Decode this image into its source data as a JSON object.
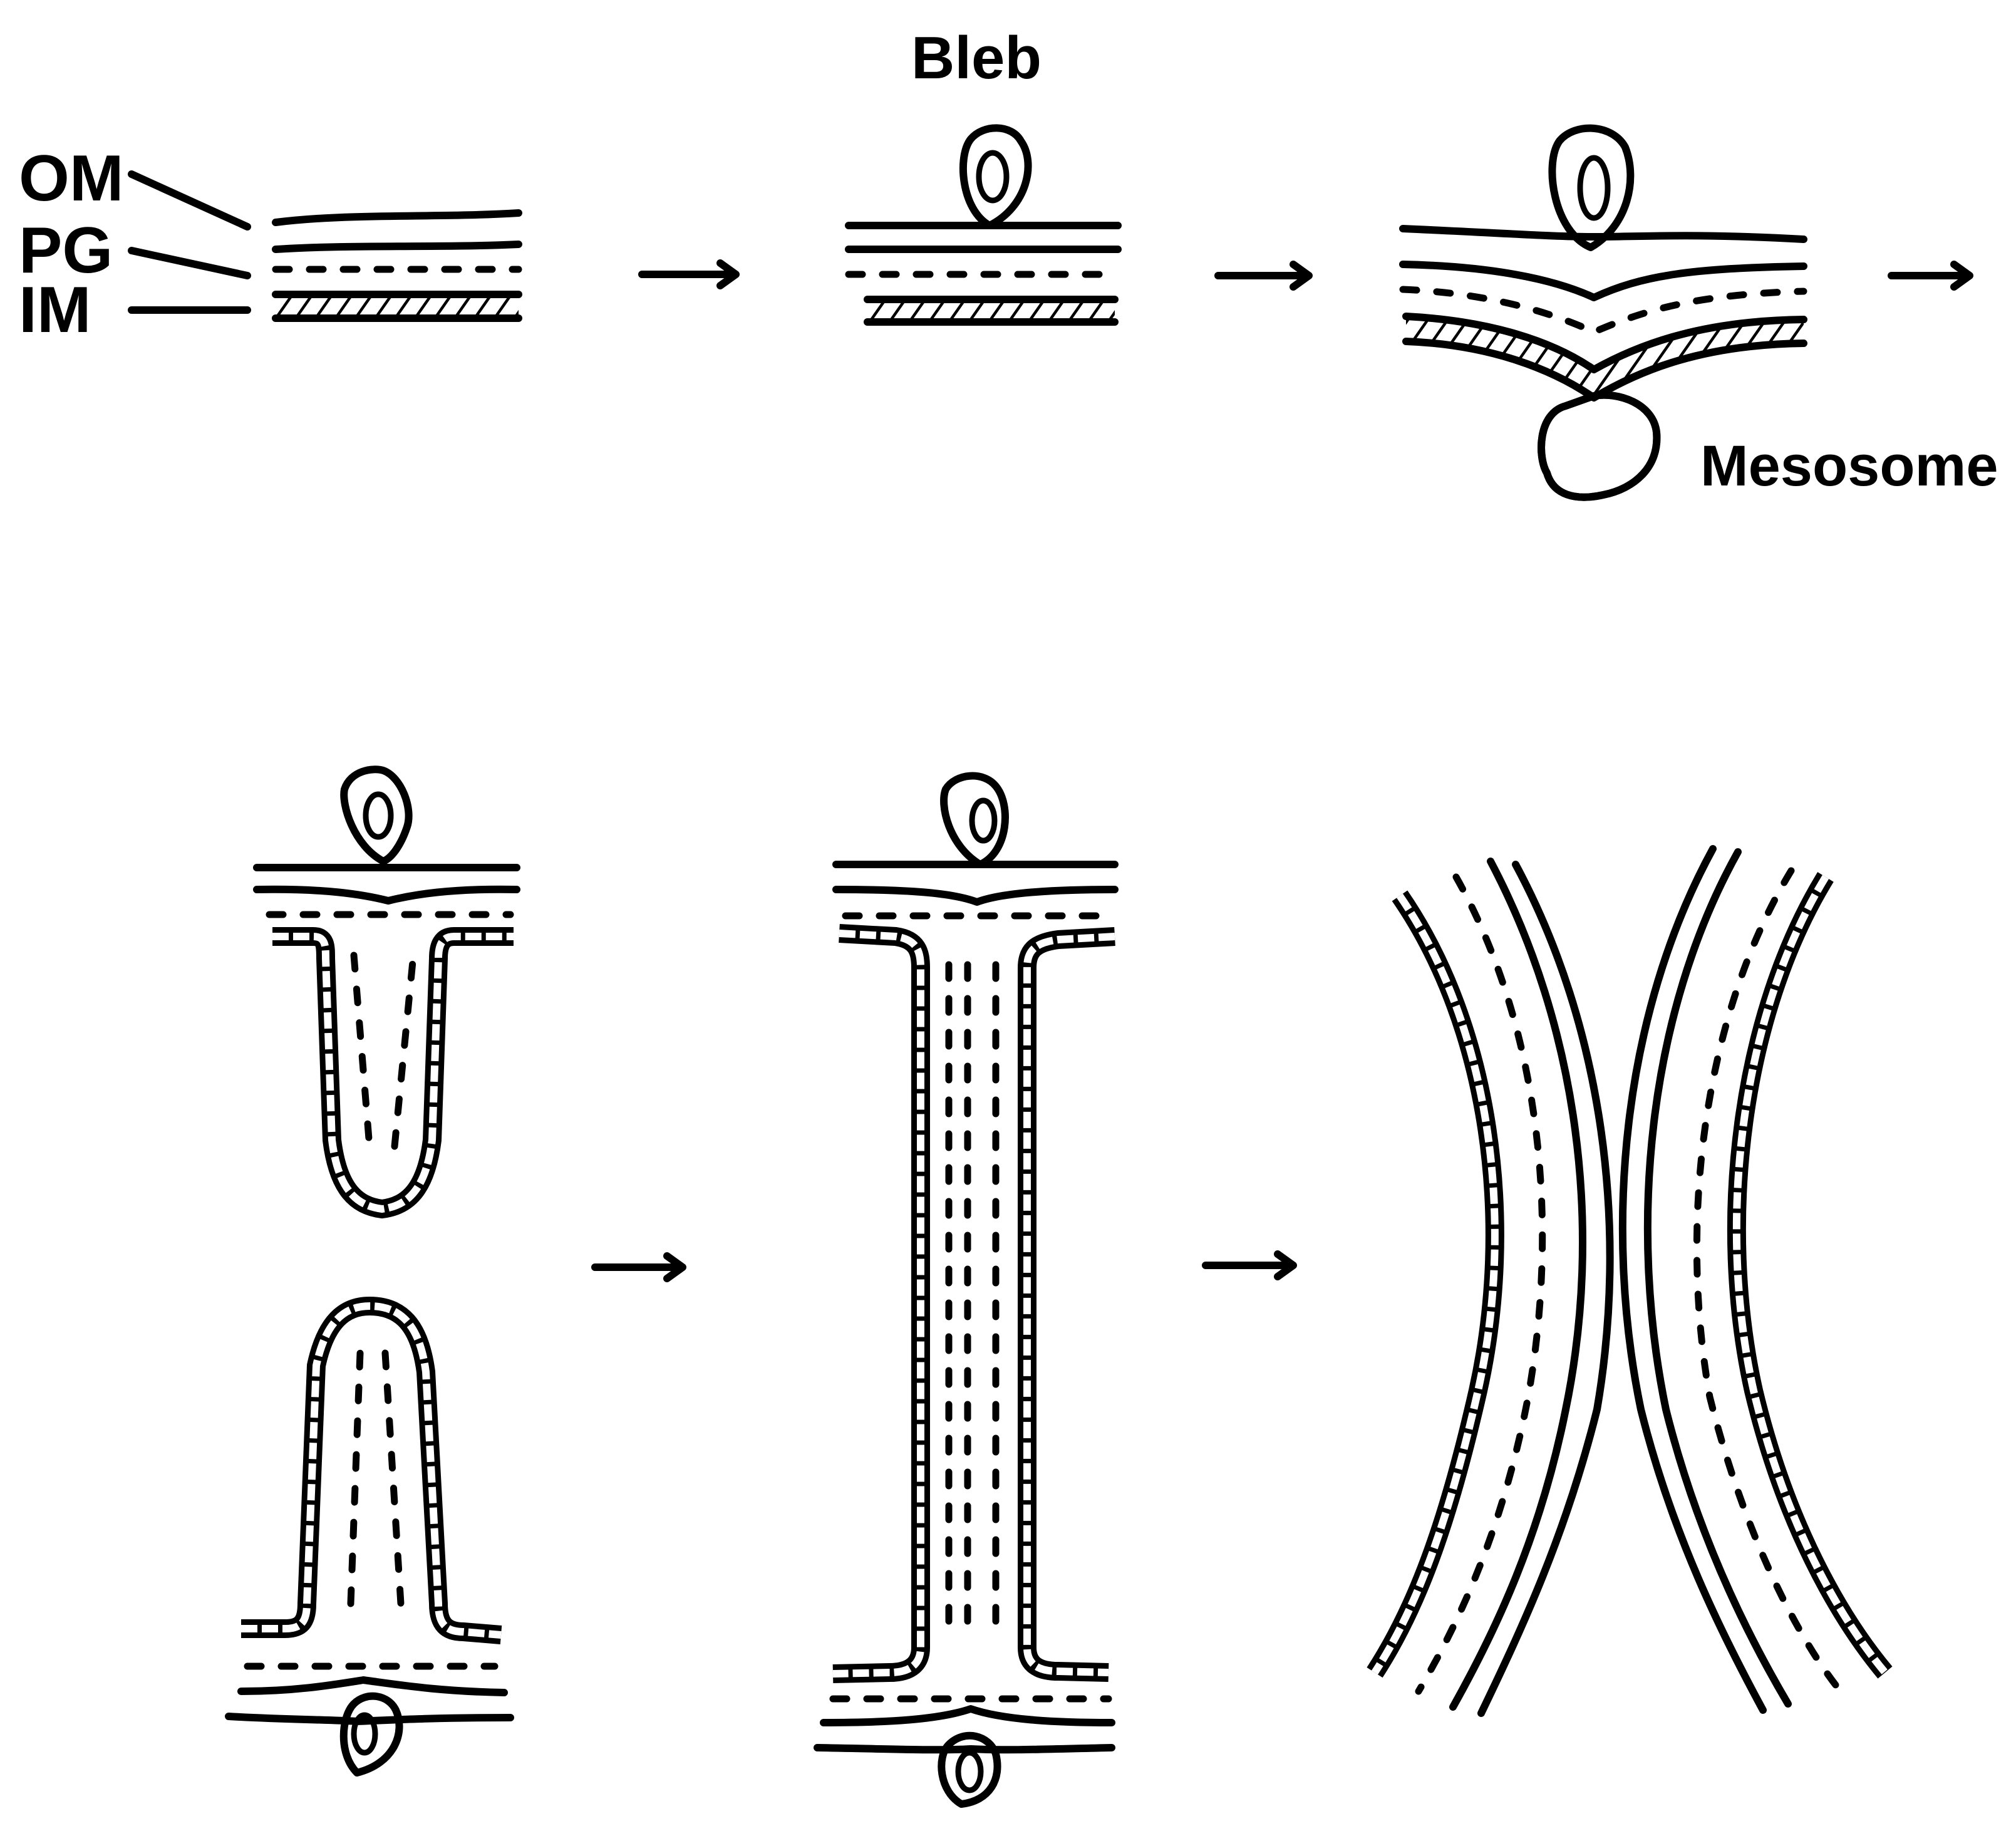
{
  "labels": {
    "om": "OM",
    "pg": "PG",
    "im": "IM",
    "bleb": "Bleb",
    "mesosome": "Mesosome"
  }
}
